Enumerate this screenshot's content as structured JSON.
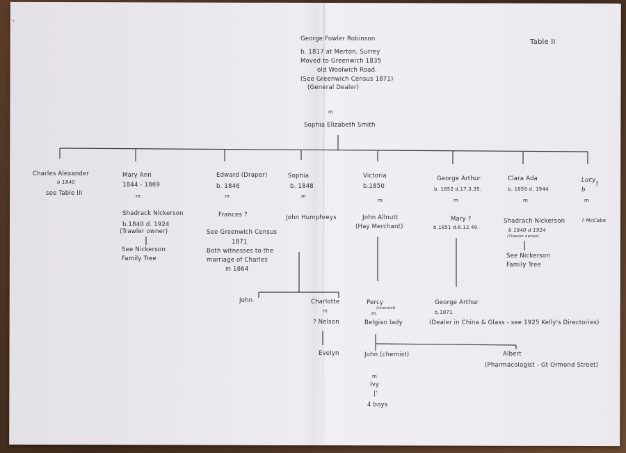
{
  "table_label": "Table II",
  "root": {
    "name": "George Fowler Robinson",
    "born": "b. 1817 at Merton, Surrey",
    "moved1": "Moved to Greenwich 1835",
    "moved2": "old Woolwich Road.",
    "census": "(See Greenwich Census 1871)",
    "occupation": "(General Dealer)",
    "m": "m",
    "spouse": "Sophia Elizabeth Smith"
  },
  "children": {
    "charles": {
      "name": "Charles Alexander",
      "born": "b 1840",
      "note": "see Table III"
    },
    "mary_ann": {
      "name": "Mary Ann",
      "dates": "1844 - 1869",
      "m": "m",
      "spouse": "Shadrack Nickerson",
      "spouse_dates": "b.1840  d. 1924",
      "spouse_occ": "(Trawler owner)",
      "note1": "See Nickerson",
      "note2": "Family Tree"
    },
    "edward": {
      "name": "Edward (Draper)",
      "born": "b. 1846",
      "m": "m",
      "spouse": "Frances  ?",
      "note1": "See Greenwich Census",
      "note2": "1871",
      "note3": "Both witnesses to the",
      "note4": "marriage of Charles",
      "note5": "in 1864"
    },
    "sophia": {
      "name": "Sophia",
      "born": "b. 1848",
      "m": "m",
      "spouse": "John Humphreys"
    },
    "victoria": {
      "name": "Victoria",
      "born": "b.1850",
      "m": "m",
      "spouse": "John Allnutt",
      "spouse_occ": "(Hay Merchant)"
    },
    "george_arthur": {
      "name": "George Arthur",
      "dates": "b. 1852   d.17.3.35.",
      "m": "m",
      "spouse": "Mary  ?",
      "spouse_dates": "b.1851        d.6.12.49."
    },
    "clara_ada": {
      "name": "Clara Ada",
      "dates": "b. 1859   d. 1944",
      "m": "m",
      "spouse": "Shadrach Nickerson",
      "spouse_dates": "b 1840   d 1924",
      "spouse_occ": "(Trawler owner)",
      "note1": "See Nickerson",
      "note2": "Family Tree"
    },
    "lucy": {
      "name": "Lucy",
      "q": "?",
      "born": "b",
      "m": "m",
      "spouse": "? McCabe"
    }
  },
  "grandchildren": {
    "john": "John",
    "charlotte": "Charlotte",
    "charlotte_m": "m",
    "charlotte_spouse": "? Nelson",
    "evelyn": "Evelyn",
    "percy": "Percy",
    "percy_occ": "(chemist)",
    "percy_m": "m",
    "percy_spouse": "Belgian lady",
    "george_arthur_jr": "George Arthur",
    "george_arthur_jr_born": "b.1871",
    "george_arthur_jr_note": "(Dealer in China & Glass - see 1925 Kelly's Directories)",
    "john_chemist": "John (chemist)",
    "albert": "Albert",
    "albert_occ": "(Pharmacologist - Gt Ormond Street)",
    "john_m": "m",
    "ivy": "Ivy",
    "ivy_mark": "|'",
    "boys": "4 boys"
  },
  "corner_mark": "'"
}
